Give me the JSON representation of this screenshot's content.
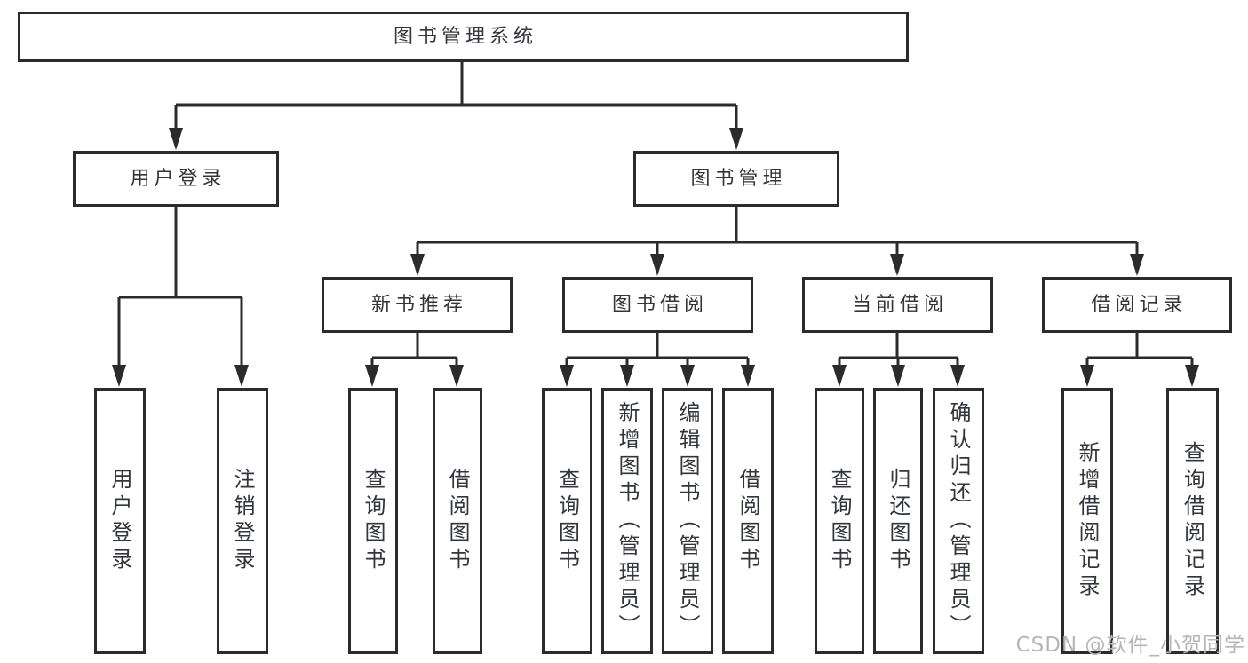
{
  "colors": {
    "line": "#2b2b2b",
    "box_border": "#2b2b2b",
    "text": "#32363c",
    "watermark": "#b6b6b6",
    "background": "#ffffff"
  },
  "watermark": "CSDN @软件_小贺同学",
  "tree": {
    "label": "图书管理系统",
    "children": [
      {
        "label": "用户登录",
        "children": [
          {
            "label": "用户登录"
          },
          {
            "label": "注销登录"
          }
        ]
      },
      {
        "label": "图书管理",
        "children": [
          {
            "label": "新书推荐",
            "children": [
              {
                "label": "查询图书"
              },
              {
                "label": "借阅图书"
              }
            ]
          },
          {
            "label": "图书借阅",
            "children": [
              {
                "label": "查询图书"
              },
              {
                "label": "新增图书（管理员）"
              },
              {
                "label": "编辑图书（管理员）"
              },
              {
                "label": "借阅图书"
              }
            ]
          },
          {
            "label": "当前借阅",
            "children": [
              {
                "label": "查询图书"
              },
              {
                "label": "归还图书"
              },
              {
                "label": "确认归还（管理员）"
              }
            ]
          },
          {
            "label": "借阅记录",
            "children": [
              {
                "label": "新增借阅记录"
              },
              {
                "label": "查询借阅记录"
              }
            ]
          }
        ]
      }
    ]
  }
}
